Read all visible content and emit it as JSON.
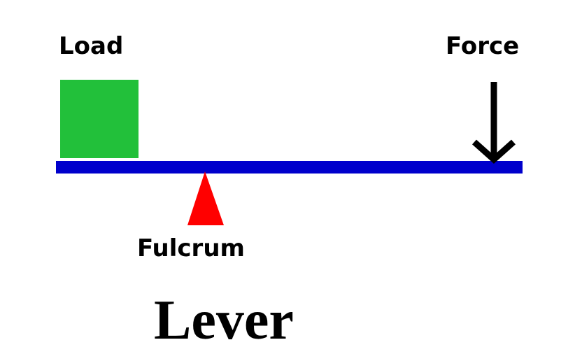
{
  "labels": {
    "load": "Load",
    "force": "Force",
    "fulcrum": "Fulcrum"
  },
  "title": "Lever",
  "colors": {
    "load": "#22c03a",
    "beam": "#0000cc",
    "fulcrum": "#ff0000",
    "arrow": "#000000"
  }
}
